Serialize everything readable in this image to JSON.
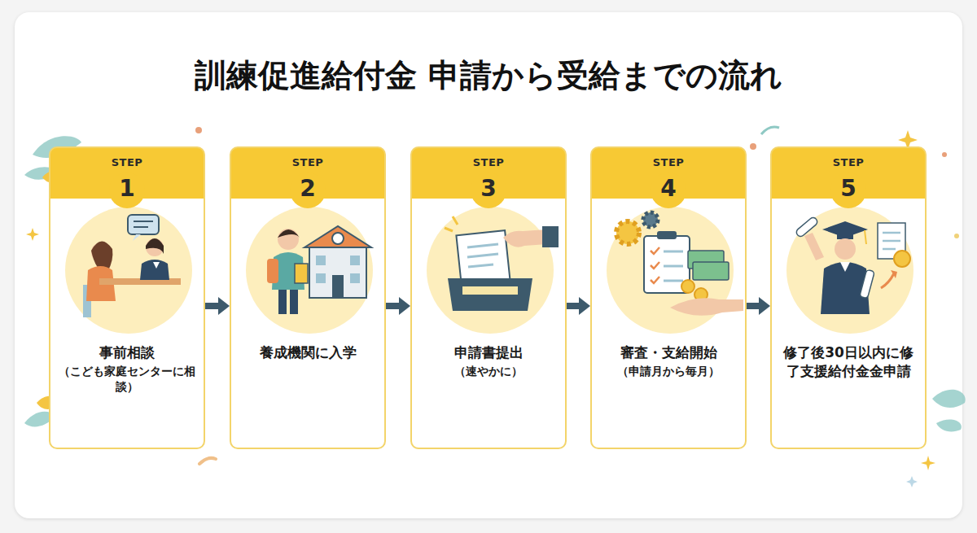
{
  "diagram": {
    "title": "訓練促進給付金 申請から受給までの流れ",
    "nodes": [
      {
        "text": [
          "STEP",
          "1",
          "事前相談",
          "（こども家庭センターに相談）"
        ]
      },
      {
        "text": [
          "STEP",
          "2",
          "養成機関に入学"
        ]
      },
      {
        "text": [
          "STEP",
          "3",
          "申請書提出",
          "（速やかに）"
        ]
      },
      {
        "text": [
          "STEP",
          "4",
          "審査・支給開始",
          "（申請月から毎月）"
        ]
      },
      {
        "text": [
          "STEP",
          "5",
          "修了後30日以内に修了支援給付金金申請"
        ]
      }
    ],
    "edges": [
      {
        "from": 0,
        "to": 1,
        "arrow": "to"
      },
      {
        "from": 1,
        "to": 2,
        "arrow": "to"
      },
      {
        "from": 2,
        "to": 3,
        "arrow": "to"
      },
      {
        "from": 3,
        "to": 4,
        "arrow": "to"
      }
    ]
  }
}
